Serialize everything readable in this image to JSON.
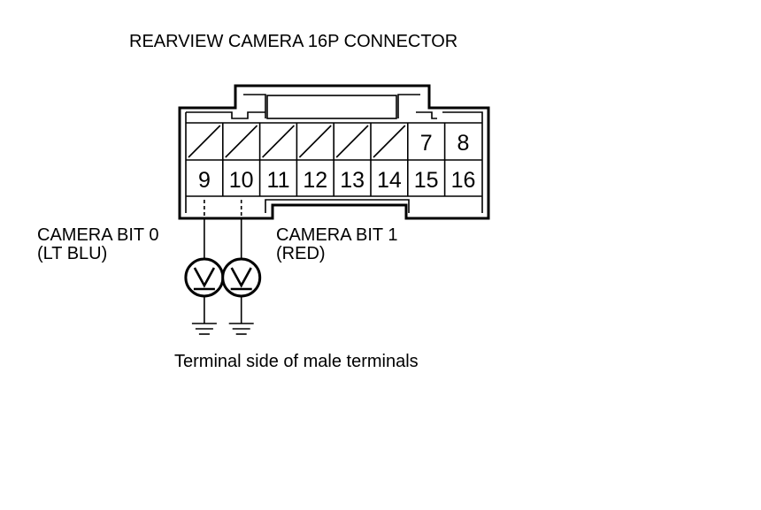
{
  "title": "REARVIEW CAMERA 16P CONNECTOR",
  "connector": {
    "top_row": [
      {
        "label": "",
        "blank": true
      },
      {
        "label": "",
        "blank": true
      },
      {
        "label": "",
        "blank": true
      },
      {
        "label": "",
        "blank": true
      },
      {
        "label": "",
        "blank": true
      },
      {
        "label": "",
        "blank": true
      },
      {
        "label": "7",
        "blank": false
      },
      {
        "label": "8",
        "blank": false
      }
    ],
    "bottom_row": [
      "9",
      "10",
      "11",
      "12",
      "13",
      "14",
      "15",
      "16"
    ]
  },
  "probes": [
    {
      "name": "CAMERA BIT 0",
      "color": "(LT BLU)",
      "terminal": "9"
    },
    {
      "name": "CAMERA BIT 1",
      "color": "(RED)",
      "terminal": "10"
    }
  ],
  "caption": "Terminal side of male terminals"
}
